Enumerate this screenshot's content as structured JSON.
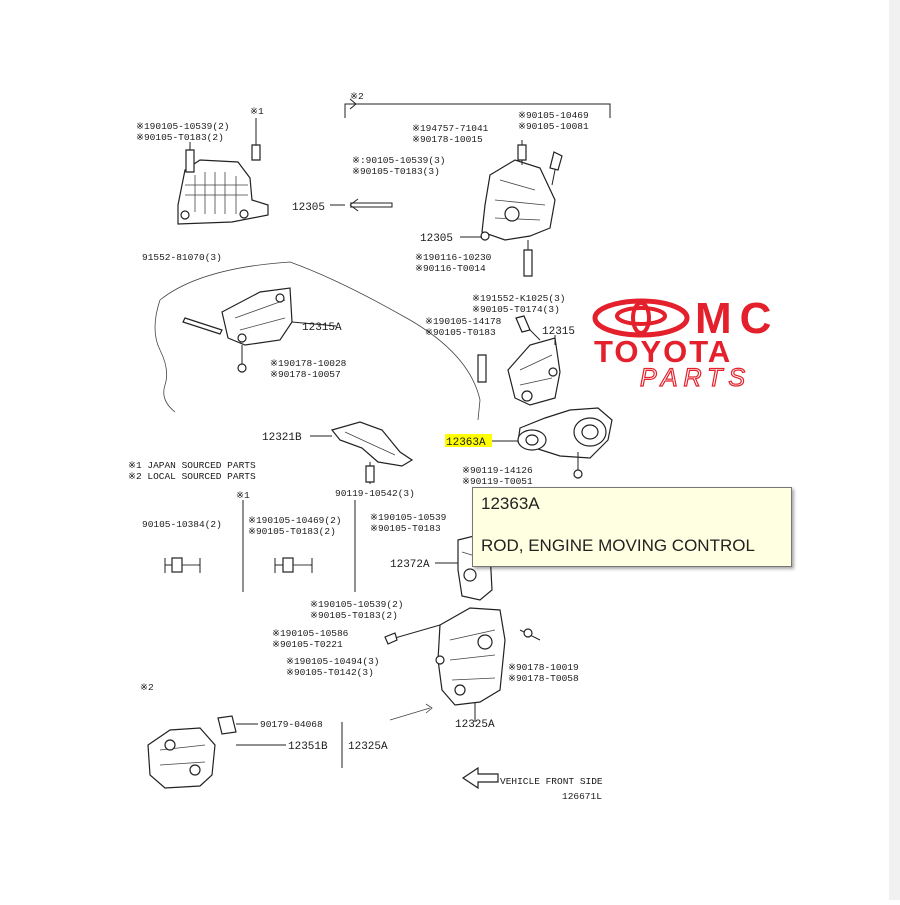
{
  "brand": {
    "line1": "MC",
    "line2": "TOYOTA",
    "line3": "PARTS",
    "color": "#e3202b"
  },
  "tooltip": {
    "code": "12363A",
    "name": "ROD, ENGINE MOVING CONTROL"
  },
  "highlight_color": "#ffff00",
  "labels": {
    "l1": "※190105-10539(2)",
    "l2": "※90105-T0183(2)",
    "l3": "※1",
    "l4": "12305",
    "l5": "※2",
    "l6": "※194757-71041",
    "l7": "※90178-10015",
    "l8": "※90105-10469",
    "l9": "※90105-10081",
    "l10": "※:90105-10539(3)",
    "l11": "※90105-T0183(3)",
    "l12": "12305",
    "l13": "※190116-10230",
    "l14": "※90116-T0014",
    "l15": "91552-81070(3)",
    "l16": "12315A",
    "l17": "※190178-10028",
    "l18": "※90178-10057",
    "l19": "※191552-K1025(3)",
    "l20": "※90105-T0174(3)",
    "l21": "※190105-14178",
    "l22": "※90105-T0183",
    "l23": "12315",
    "l24": "12321B",
    "l25": "12363A",
    "l26": "※90119-14126",
    "l27": "※90119-T0051",
    "l28": "※1 JAPAN SOURCED PARTS",
    "l29": "※2 LOCAL SOURCED PARTS",
    "l30": "90119-10542(3)",
    "l31": "※1",
    "l32": "90105-10384(2)",
    "l33": "※190105-10469(2)",
    "l34": "※90105-T0183(2)",
    "l35": "※190105-10539",
    "l36": "※90105-T0183",
    "l37": "12372A",
    "l38": "※190105-10539(2)",
    "l39": "※90105-T0183(2)",
    "l40": "※190105-10586",
    "l41": "※90105-T0221",
    "l42": "※190105-10494(3)",
    "l43": "※90105-T0142(3)",
    "l44": "※90178-10019",
    "l45": "※90178-T0058",
    "l46": "12325A",
    "l47": "※2",
    "l48": "90179-04068",
    "l49": "12351B",
    "l50": "12325A",
    "l51": "VEHICLE FRONT SIDE",
    "l52": "126671L"
  }
}
